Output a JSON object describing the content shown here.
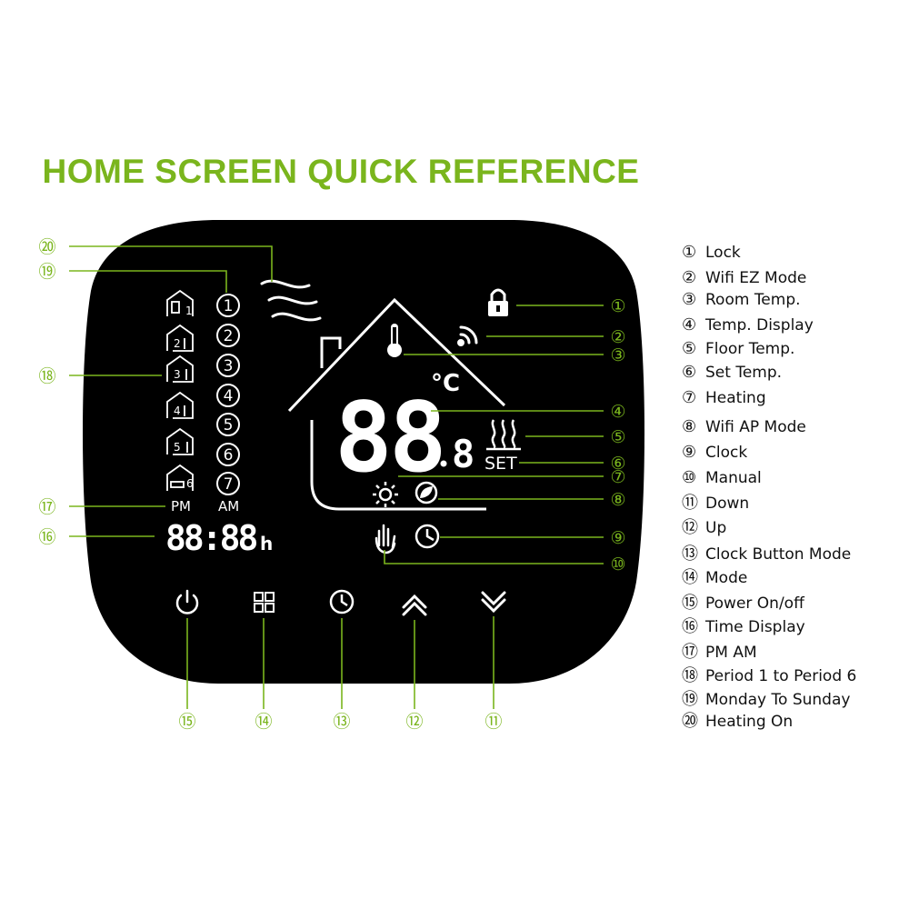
{
  "title": "HOME SCREEN QUICK REFERENCE",
  "accent_color": "#7ab51d",
  "panel_color": "#000000",
  "display": {
    "temperature": "88",
    "temperature_decimal": "8",
    "unit": "°C",
    "set_label": "SET",
    "clock": "88:88",
    "clock_suffix": "h",
    "pm_label": "PM",
    "am_label": "AM",
    "weekday_numbers": [
      "1",
      "2",
      "3",
      "4",
      "5",
      "6",
      "7"
    ],
    "period_numbers": [
      "1",
      "2",
      "3",
      "4",
      "5",
      "6"
    ]
  },
  "buttons": [
    "power-icon",
    "mode-grid-icon",
    "clock-icon",
    "up-chevron-icon",
    "down-chevron-icon"
  ],
  "callouts": {
    "n1": "①",
    "n2": "②",
    "n3": "③",
    "n4": "④",
    "n5": "⑤",
    "n6": "⑥",
    "n7": "⑦",
    "n8": "⑧",
    "n9": "⑨",
    "n10": "⑩",
    "n11": "⑪",
    "n12": "⑫",
    "n13": "⑬",
    "n14": "⑭",
    "n15": "⑮",
    "n16": "⑯",
    "n17": "⑰",
    "n18": "⑱",
    "n19": "⑲",
    "n20": "⑳"
  },
  "legend": [
    {
      "num": "①",
      "label": "Lock"
    },
    {
      "num": "②",
      "label": "Wifi EZ Mode"
    },
    {
      "num": "③",
      "label": "Room Temp."
    },
    {
      "num": "④",
      "label": "Temp. Display"
    },
    {
      "num": "⑤",
      "label": "Floor Temp."
    },
    {
      "num": "⑥",
      "label": "Set Temp."
    },
    {
      "num": "⑦",
      "label": "Heating"
    },
    {
      "num": "⑧",
      "label": "Wifi AP Mode"
    },
    {
      "num": "⑨",
      "label": "Clock"
    },
    {
      "num": "⑩",
      "label": "Manual"
    },
    {
      "num": "⑪",
      "label": "Down"
    },
    {
      "num": "⑫",
      "label": "Up"
    },
    {
      "num": "⑬",
      "label": "Clock Button Mode"
    },
    {
      "num": "⑭",
      "label": "Mode"
    },
    {
      "num": "⑮",
      "label": "Power On/off"
    },
    {
      "num": "⑯",
      "label": "Time Display"
    },
    {
      "num": "⑰",
      "label": "PM  AM"
    },
    {
      "num": "⑱",
      "label": "Period 1 to Period 6"
    },
    {
      "num": "⑲",
      "label": "Monday To Sunday"
    },
    {
      "num": "⑳",
      "label": "Heating On"
    }
  ]
}
